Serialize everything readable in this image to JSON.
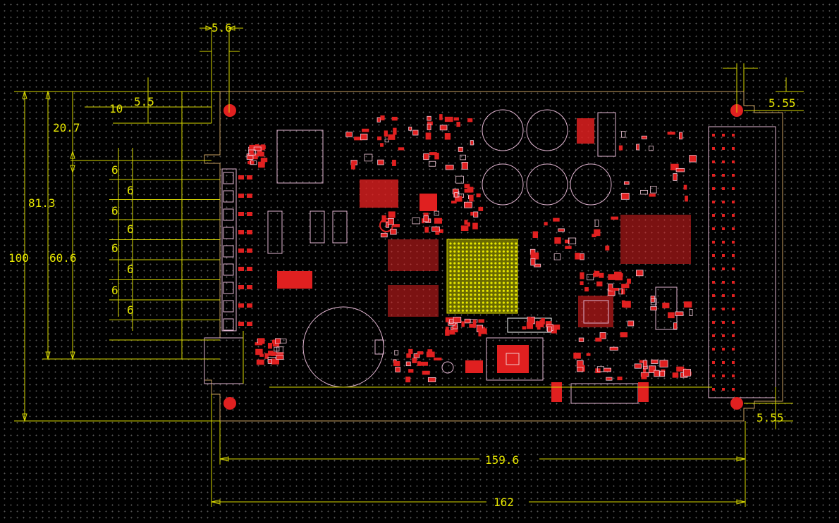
{
  "colors": {
    "background": "#000000",
    "grid_dots": "#5a5a5a",
    "dimension": "#e6e600",
    "board_outline": "#c8a060",
    "silkscreen": "#e0b4d0",
    "copper": "#e02020",
    "bga_pads": "#d8d800"
  },
  "dimensions": {
    "top_5_6": "5.6",
    "left_10": "10",
    "left_5_5": "5.5",
    "left_20_7": "20.7",
    "left_81_3": "81.3",
    "left_100": "100",
    "left_60_6": "60.6",
    "pitch_6": "6",
    "right_top_5_55": "5.55",
    "right_bottom_5_55": "5.55",
    "bottom_159_6": "159.6",
    "bottom_162": "162"
  },
  "icons": {
    "mount_hole": "mount-hole-icon",
    "bga_chip": "bga-chip-icon"
  }
}
